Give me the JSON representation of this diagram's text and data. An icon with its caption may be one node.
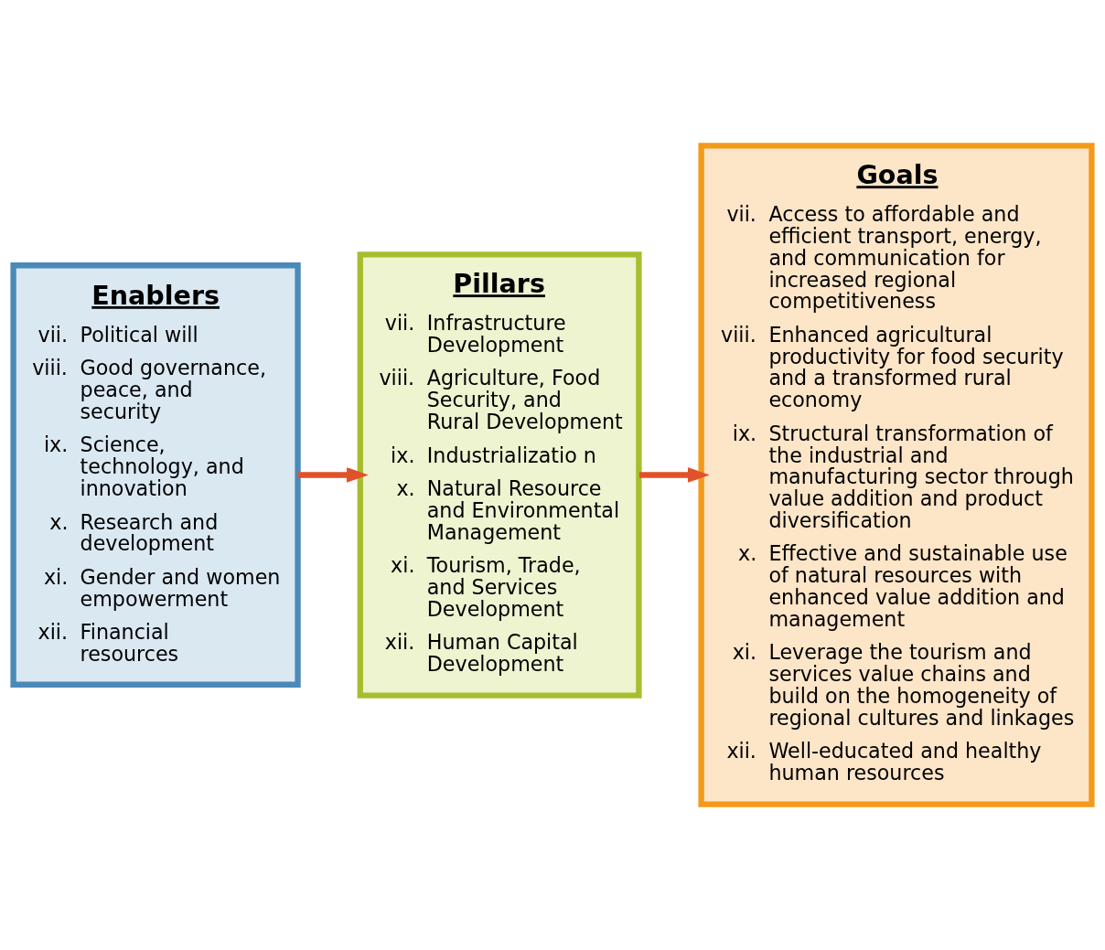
{
  "diagram": {
    "nodes": [
      {
        "text": [
          "Enablers",
          "vii. Political will",
          "viii. Good governance, peace, and security",
          "ix. Science, technology, and innovation",
          "x. Research and development",
          "xi. Gender and women empowerment",
          "xii. Financial resources"
        ]
      },
      {
        "text": [
          "Pillars",
          "vii. Infrastructure Development",
          "viii. Agriculture, Food Security, and Rural Development",
          "ix. Industrializatio n",
          "x. Natural Resource and Environmental Management",
          "xi. Tourism, Trade, and Services Development",
          "xii. Human Capital Development"
        ]
      },
      {
        "text": [
          "Goals",
          "vii. Access to affordable and efficient transport, energy, and communication for increased regional competitiveness",
          "viii. Enhanced agricultural productivity for food security and a transformed rural economy",
          "ix. Structural transformation of the industrial and manufacturing sector through value addition and product diversification",
          "x. Effective and sustainable use of natural resources with enhanced value addition and management",
          "xi. Leverage the tourism and services value chains and build on the homogeneity of regional cultures and linkages",
          "xii. Well-educated and healthy human resources"
        ]
      }
    ],
    "edges": [
      {
        "from": 0,
        "to": 1,
        "arrow": "to"
      },
      {
        "from": 1,
        "to": 2,
        "arrow": "to"
      }
    ]
  }
}
